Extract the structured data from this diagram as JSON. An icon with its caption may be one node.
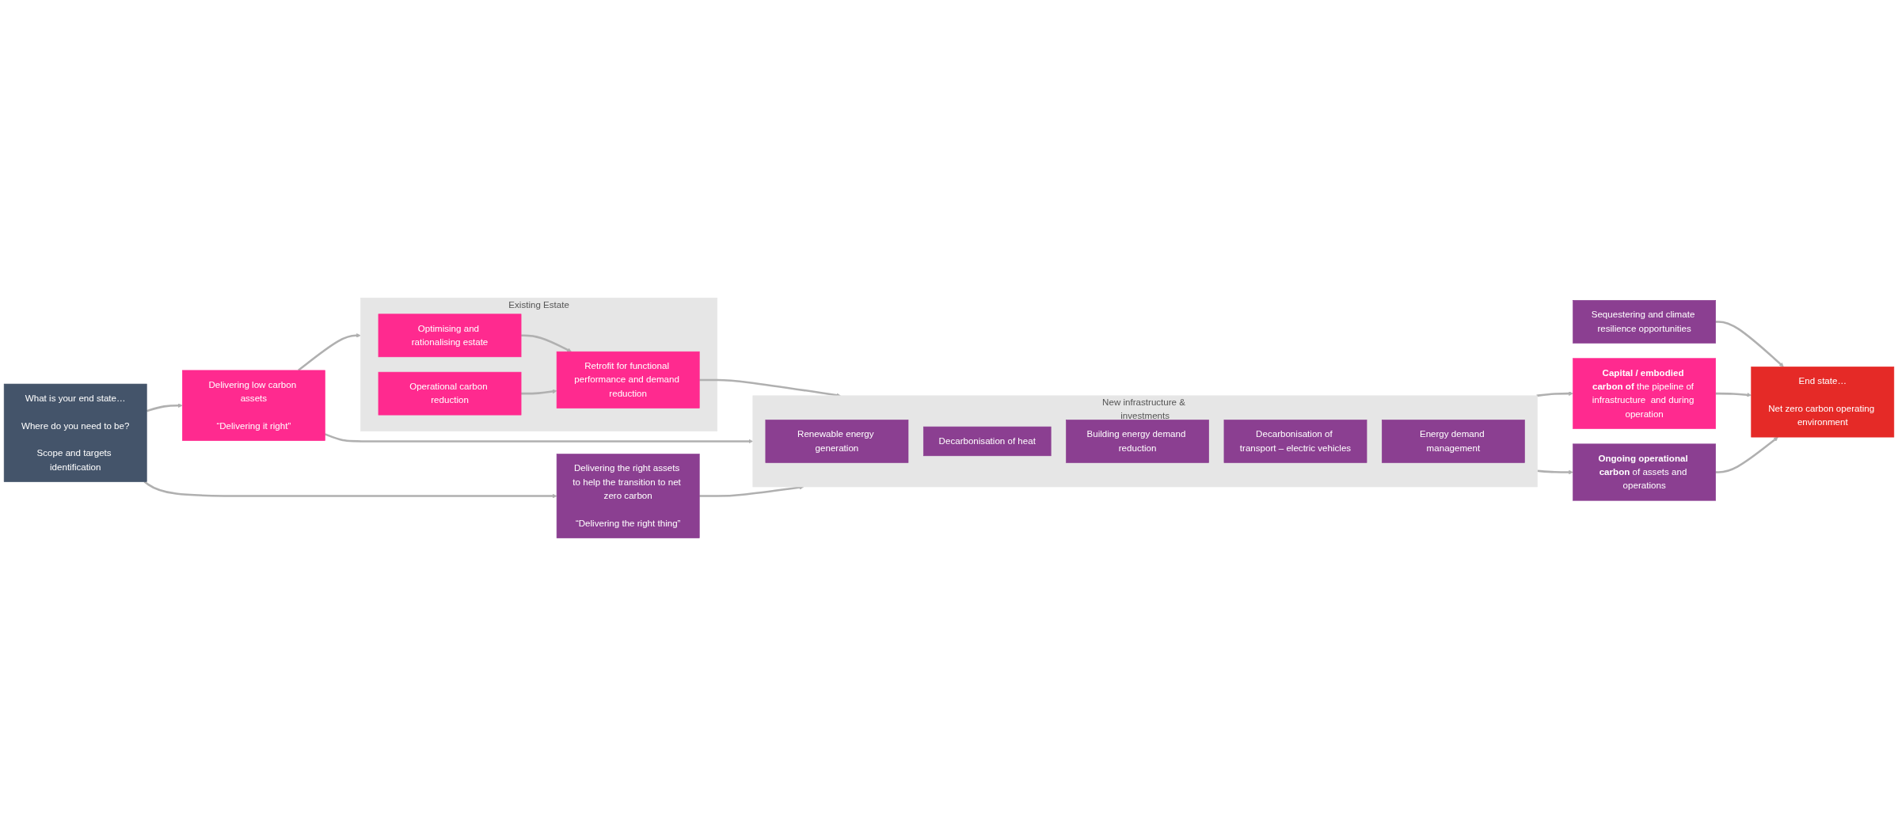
{
  "diagram": {
    "nodes": [
      {
        "text": [
          "What is your end state…",
          "Where do you need to be?",
          "Scope and targets identification"
        ]
      },
      {
        "text": [
          "Delivering low carbon assets",
          "“Delivering it right”"
        ]
      },
      {
        "text": [
          "Delivering the right assets to help the transition to net zero carbon",
          "“Delivering the right thing”"
        ]
      },
      {
        "text": [
          "Existing Estate"
        ]
      },
      {
        "text": [
          "Optimising and rationalising estate"
        ],
        "in": 3
      },
      {
        "text": [
          "Operational carbon reduction"
        ],
        "in": 3
      },
      {
        "text": [
          "Retrofit for functional performance and demand reduction"
        ],
        "in": 3
      },
      {
        "text": [
          "New infrastructure & investments"
        ]
      },
      {
        "text": [
          "Renewable energy generation"
        ],
        "in": 7
      },
      {
        "text": [
          "Decarbonisation of heat"
        ],
        "in": 7
      },
      {
        "text": [
          "Building energy demand reduction"
        ],
        "in": 7
      },
      {
        "text": [
          "Decarbonisation of transport – electric vehicles"
        ],
        "in": 7
      },
      {
        "text": [
          "Energy demand management"
        ],
        "in": 7
      },
      {
        "text": [
          "Sequestering and climate resilience opportunities"
        ]
      },
      {
        "text": [
          "**Capital / embodied carbon of** the pipeline of infrastructure  and during operation"
        ]
      },
      {
        "text": [
          "**Ongoing operational carbon** of assets and operations"
        ]
      },
      {
        "text": [
          "End state…",
          "Net zero carbon operating environment"
        ]
      }
    ],
    "edges": [
      {
        "from": 0,
        "to": 1,
        "arrow": "to"
      },
      {
        "from": 0,
        "to": 2,
        "arrow": "to"
      },
      {
        "from": 1,
        "to": 3,
        "arrow": "to"
      },
      {
        "from": 1,
        "to": 7,
        "arrow": "to"
      },
      {
        "from": 2,
        "to": 7,
        "arrow": "to"
      },
      {
        "from": 4,
        "to": 6,
        "arrow": "to"
      },
      {
        "from": 5,
        "to": 6,
        "arrow": "to"
      },
      {
        "from": 6,
        "to": 7,
        "arrow": "to"
      },
      {
        "from": 7,
        "to": 14,
        "arrow": "to"
      },
      {
        "from": 7,
        "to": 15,
        "arrow": "to"
      },
      {
        "from": 14,
        "to": 16,
        "arrow": "to"
      },
      {
        "from": 15,
        "to": 16,
        "arrow": "to"
      },
      {
        "from": 13,
        "to": 16,
        "arrow": "to"
      }
    ]
  }
}
